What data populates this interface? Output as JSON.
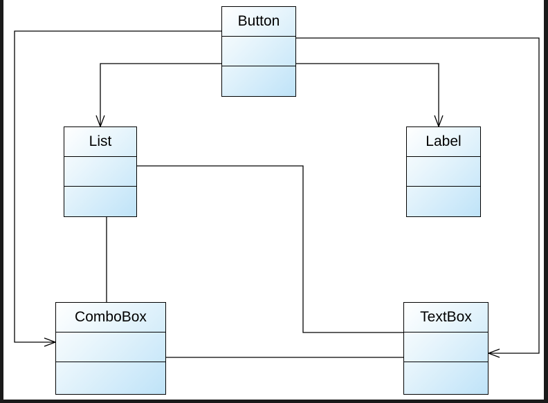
{
  "diagram": {
    "classes": [
      {
        "id": "button",
        "name": "Button"
      },
      {
        "id": "list",
        "name": "List"
      },
      {
        "id": "label",
        "name": "Label"
      },
      {
        "id": "combobox",
        "name": "ComboBox"
      },
      {
        "id": "textbox",
        "name": "TextBox"
      }
    ],
    "relations": [
      {
        "from": "Button",
        "to": "List",
        "type": "directed-association"
      },
      {
        "from": "Button",
        "to": "Label",
        "type": "directed-association"
      },
      {
        "from": "Button",
        "to": "ComboBox",
        "type": "directed-association"
      },
      {
        "from": "Button",
        "to": "TextBox",
        "type": "directed-association"
      },
      {
        "from": "List",
        "to": "ComboBox",
        "type": "association"
      },
      {
        "from": "List",
        "to": "TextBox",
        "type": "association"
      },
      {
        "from": "ComboBox",
        "to": "TextBox",
        "type": "association"
      }
    ]
  },
  "colors": {
    "class_fill_light": "#ffffff",
    "class_fill_dark": "#bfe3f8",
    "line": "#000000",
    "background": "#ffffff",
    "frame": "#1a1a1a"
  }
}
